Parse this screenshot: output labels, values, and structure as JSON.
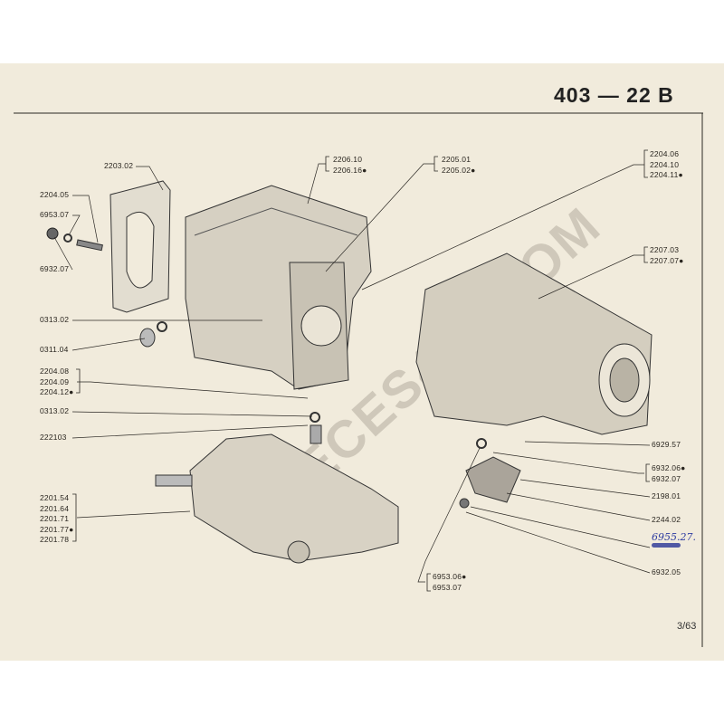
{
  "header": {
    "title": "403 — 22 B",
    "page_number": "3/63"
  },
  "watermark": "PIECES404.COM",
  "labels_left": {
    "l2203_02": "2203.02",
    "l2204_05": "2204.05",
    "l6953_07": "6953.07",
    "l6932_07": "6932.07",
    "l0313_02a": "0313.02",
    "l0311_04": "0311.04",
    "group_2204": [
      "2204.08",
      "2204.09",
      "2204.12●"
    ],
    "l0313_02b": "0313.02",
    "l222103": "222103",
    "group_2201": [
      "2201.54",
      "2201.64",
      "2201.71",
      "2201.77●",
      "2201.78"
    ]
  },
  "labels_top": {
    "group_2206": [
      "2206.10",
      "2206.16●"
    ],
    "group_2205": [
      "2205.01",
      "2205.02●"
    ],
    "group_2204b": [
      "2204.06",
      "2204.10",
      "2204.11●"
    ],
    "group_2207": [
      "2207.03",
      "2207.07●"
    ]
  },
  "labels_right": {
    "l6929_57": "6929.57",
    "group_6932": [
      "6932.06●",
      "6932.07"
    ],
    "l2198_01": "2198.01",
    "l2244_02": "2244.02",
    "handwritten": "6955.27.",
    "l6932_05": "6932.05"
  },
  "labels_bottom": {
    "group_6953": [
      "6953.06●",
      "6953.07"
    ]
  }
}
